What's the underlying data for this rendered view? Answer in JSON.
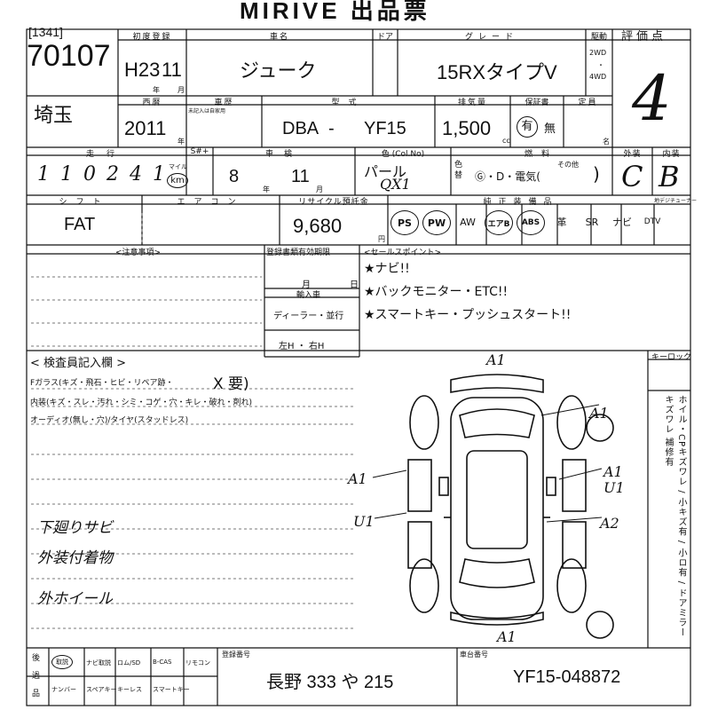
{
  "sheet": {
    "title": "MIRIVE 出品票",
    "lot_code": "[1341]",
    "lot_no": "70107",
    "prefecture": "埼玉",
    "score_label": "評価点",
    "score": "4"
  },
  "row1": {
    "first_reg_label": "初度登録",
    "first_reg_era": "H23",
    "first_reg_month": "11",
    "year_unit": "年",
    "month_unit": "月",
    "car_name_label": "車名",
    "car_name": "ジューク",
    "door_label": "ドア",
    "grade_label": "グレード",
    "grade": "15RXタイプV",
    "drive_label": "駆動",
    "drive_2wd": "2WD",
    "drive_4wd": "4WD"
  },
  "row2": {
    "western_label": "西暦",
    "western_year": "2011",
    "history_label": "車歴",
    "history_note": "未記入は自家用",
    "model_label": "型式",
    "model_prefix": "DBA",
    "model_dash": "-",
    "model_code": "YF15",
    "cc_label": "排気量",
    "cc": "1,500",
    "cc_unit": "cc",
    "warranty_label": "保証書",
    "warranty_yes": "有",
    "warranty_no": "無",
    "capacity_label": "定員",
    "capacity_unit": "名"
  },
  "row3": {
    "mileage_label": "走行",
    "sharp_label": "S#+",
    "mileage_digits": [
      "1",
      "1",
      "0",
      "2",
      "4",
      "1"
    ],
    "mileage_unit_top": "マイル",
    "mileage_unit_km": "km",
    "inspection_label": "車検",
    "inspection_year": "8",
    "inspection_month": "11",
    "color_label": "色 (Col.No)",
    "color_name": "パール",
    "color_code": "QX1",
    "color_repaint_label": "色替",
    "fuel_label": "燃料",
    "fuel_options": "Ⓖ・D・電気(",
    "fuel_other": "その他",
    "exterior_label": "外装",
    "exterior": "C",
    "interior_label": "内装",
    "interior": "B"
  },
  "row4": {
    "shift_label": "シフト",
    "shift": "FAT",
    "ac_label": "エアコン",
    "recycle_label": "リサイクル預託金",
    "recycle": "9,680",
    "recycle_unit": "円",
    "equip_label": "純正装備品",
    "equipment": [
      {
        "label": "PS",
        "circled": true
      },
      {
        "label": "PW",
        "circled": true
      },
      {
        "label": "AW",
        "circled": false
      },
      {
        "label": "エアB",
        "circled": true
      },
      {
        "label": "ABS",
        "circled": true
      },
      {
        "label": "革",
        "circled": false
      },
      {
        "label": "SR",
        "circled": false
      },
      {
        "label": "ナビ",
        "circled": false
      },
      {
        "label": "DTV",
        "circled": false
      }
    ],
    "tuner_label": "地デジチューナー"
  },
  "notes": {
    "caution_label": "<注意事項>",
    "reg_expiry_label": "登録書類有効期限",
    "reg_month": "月",
    "reg_day": "日",
    "import_label": "輸入車",
    "import_dealer": "ディーラー・並行",
    "import_steer": "左H ・ 右H",
    "sales_label": "<セールスポイント>",
    "sales_points": [
      "★ナビ!!",
      "★バックモニター・ETC!!",
      "★スマートキー・プッシュスタート!!"
    ]
  },
  "inspector": {
    "label": "< 検査員記入欄 >",
    "line_glass": "Fガラス(キズ・飛石・ヒビ・リペア跡・",
    "line_glass_mark": "X 要)",
    "line_interior": "内装(キズ・スレ・汚れ・シミ・コゲ・穴・キレ・破れ・剤れ)",
    "line_audio": "オーディオ(無し・穴)/タイヤ(スタッドレス)",
    "handwritten": [
      "下廻りサビ",
      "外装付着物",
      "外ホイール"
    ]
  },
  "diagram": {
    "keylock_label": "キーロック",
    "marks": [
      "A1",
      "A1",
      "A1",
      "A1",
      "U1",
      "U1",
      "A2",
      "A1"
    ],
    "side_legend": "ホイル・CPキズワレ / 小キズ有 / 小ロ有 / ドアミラーキズワレ 補修有"
  },
  "bottom": {
    "rows_label": [
      "後",
      "過",
      "品"
    ],
    "items_top": [
      "取説",
      "ナビ取説",
      "ロム/SD",
      "B-CAS",
      "リモコン"
    ],
    "items_bottom": [
      "ナンバー",
      "スペアキー",
      "キーレス",
      "スマートキー"
    ],
    "plate_label": "登録番号",
    "plate": "長野 333 や 215",
    "chassis_label": "車台番号",
    "chassis": "YF15-048872"
  }
}
